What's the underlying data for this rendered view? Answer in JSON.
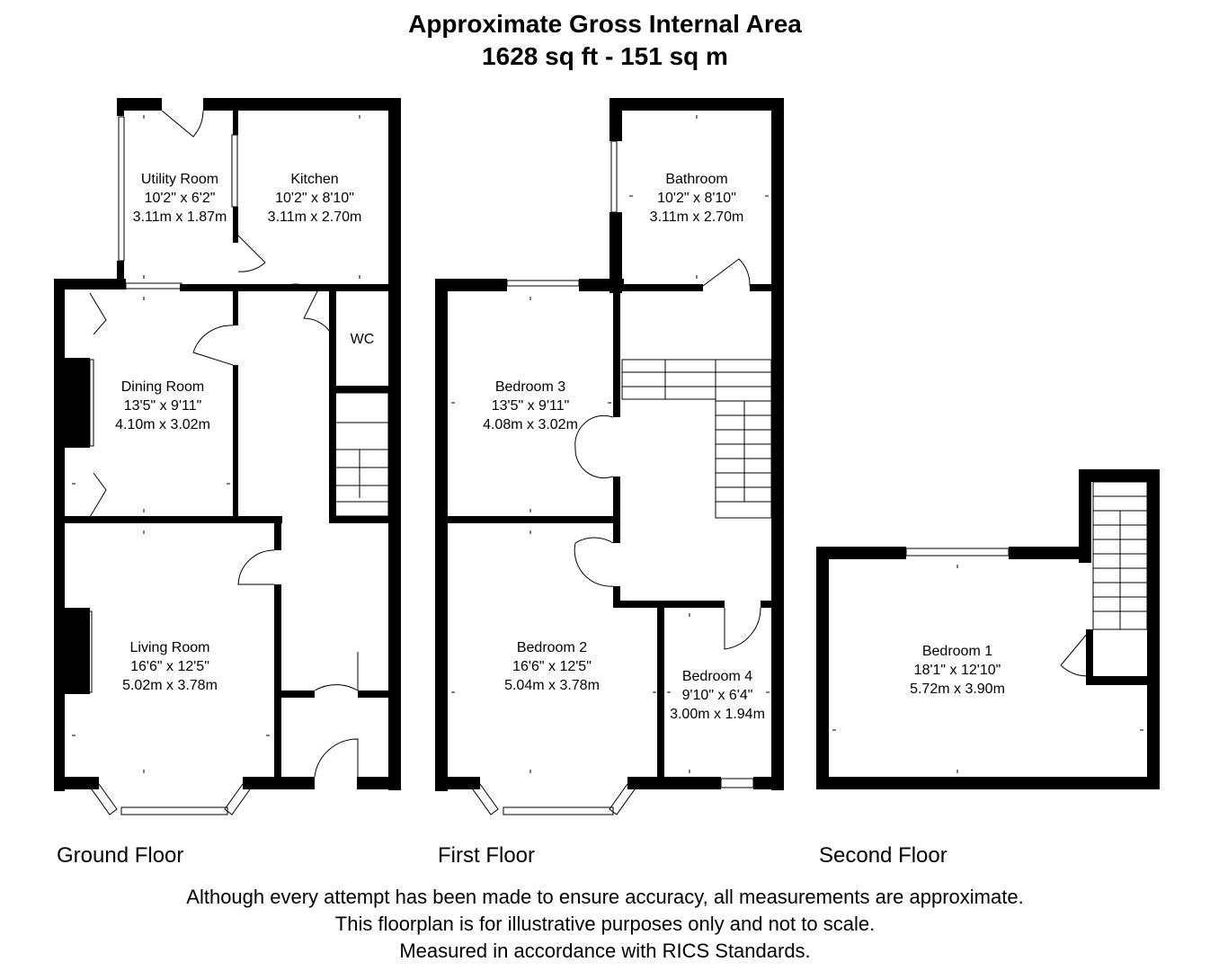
{
  "title": {
    "line1": "Approximate Gross Internal Area",
    "line2": "1628 sq ft - 151 sq m"
  },
  "floors": {
    "ground": {
      "label": "Ground Floor",
      "rooms": [
        {
          "name": "Utility Room",
          "imperial": "10'2\" x 6'2\"",
          "metric": "3.11m x 1.87m"
        },
        {
          "name": "Kitchen",
          "imperial": "10'2\" x 8'10\"",
          "metric": "3.11m x 2.70m"
        },
        {
          "name": "WC"
        },
        {
          "name": "Dining Room",
          "imperial": "13'5\" x 9'11\"",
          "metric": "4.10m x 3.02m"
        },
        {
          "name": "Living Room",
          "imperial": "16'6\" x 12'5\"",
          "metric": "5.02m x 3.78m"
        }
      ]
    },
    "first": {
      "label": "First Floor",
      "rooms": [
        {
          "name": "Bathroom",
          "imperial": "10'2\" x 8'10\"",
          "metric": "3.11m x 2.70m"
        },
        {
          "name": "Bedroom 3",
          "imperial": "13'5\" x 9'11\"",
          "metric": "4.08m x 3.02m"
        },
        {
          "name": "Bedroom 2",
          "imperial": "16'6\" x 12'5\"",
          "metric": "5.04m x 3.78m"
        },
        {
          "name": "Bedroom 4",
          "imperial": "9'10\" x 6'4\"",
          "metric": "3.00m x 1.94m"
        }
      ]
    },
    "second": {
      "label": "Second Floor",
      "rooms": [
        {
          "name": "Bedroom 1",
          "imperial": "18'1\" x 12'10\"",
          "metric": "5.72m x 3.90m"
        }
      ]
    }
  },
  "disclaimer": {
    "line1": "Although every attempt has been made to ensure accuracy, all measurements are approximate.",
    "line2": "This floorplan is for illustrative purposes only and not to scale.",
    "line3": "Measured in accordance with RICS Standards."
  }
}
